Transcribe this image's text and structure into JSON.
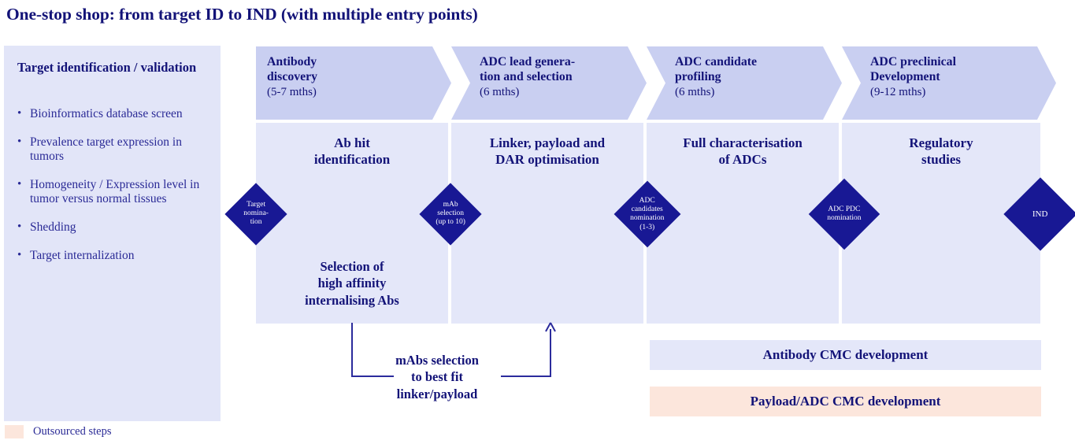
{
  "title": "One-stop shop: from target ID to IND (with multiple entry points)",
  "colors": {
    "ink": "#131378",
    "header_chevron": "#c9cff1",
    "body_column": "#e4e7f9",
    "diamond": "#181894",
    "outsourced": "#fce6dc",
    "left_panel": "#e2e5f8"
  },
  "left_panel": {
    "title": "Target identification / validation",
    "bullets": [
      "Bioinformatics database screen",
      "Prevalence target expression in tumors",
      "Homogeneity / Expression level in tumor versus normal tissues",
      "Shedding",
      "Target internalization"
    ]
  },
  "legend": {
    "swatch_color": "#fce6dc",
    "label": "Outsourced steps"
  },
  "phases": [
    {
      "header": "Antibody discovery",
      "duration": "(5-7 mths)",
      "body_title": "Ab hit identification",
      "body_sub": "Selection of high affinity internalising Abs"
    },
    {
      "header": "ADC lead genera-tion and selection",
      "duration": "(6 mths)",
      "body_title": "Linker, payload and DAR optimisation",
      "body_sub": ""
    },
    {
      "header": "ADC candidate profiling",
      "duration": "(6 mths)",
      "body_title": "Full characterisation of ADCs",
      "body_sub": ""
    },
    {
      "header": "ADC preclinical Development",
      "duration": "(9-12 mths)",
      "body_title": "Regulatory studies",
      "body_sub": ""
    }
  ],
  "milestones": [
    {
      "label": "Target\nnomina-\ntion"
    },
    {
      "label": "mAb\nselection\n(up to 10)"
    },
    {
      "label": "ADC\ncandidates\nnomination\n(1-3)"
    },
    {
      "label": "ADC PDC\nnomination"
    },
    {
      "label": "IND"
    }
  ],
  "annotation": {
    "note": "mAbs selection to best fit linker/payload"
  },
  "cmc_bars": [
    {
      "label": "Antibody CMC development",
      "outsourced": false
    },
    {
      "label": "Payload/ADC CMC development",
      "outsourced": true
    }
  ]
}
